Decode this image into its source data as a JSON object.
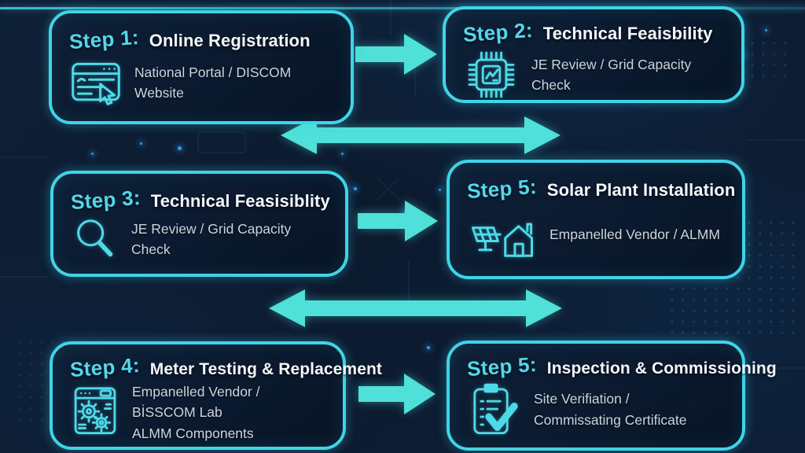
{
  "steps": [
    {
      "label": "Step 1:",
      "title": "Online Registration",
      "icon": "browser-cursor-icon",
      "lines": [
        "National Portal / DISCOM Website"
      ]
    },
    {
      "label": "Step 2:",
      "title": "Technical Feaisbility",
      "icon": "chip-icon",
      "lines": [
        "JE Review / Grid Capacity Check"
      ]
    },
    {
      "label": "Step 3:",
      "title": "Technical Feasisiblity",
      "icon": "magnifier-icon",
      "lines": [
        "JE Review / Grid Capacity Check"
      ]
    },
    {
      "label": "Step 5:",
      "title": "Solar Plant Installation",
      "icon": "solar-house-icon",
      "lines": [
        "Empanelled Vendor / ALMM"
      ]
    },
    {
      "label": "Step 4:",
      "title": "Meter Testing & Replacement",
      "icon": "meter-gears-icon",
      "lines": [
        "Empanelled Vendor / BİSSCOM Lab",
        "ALMM Components"
      ]
    },
    {
      "label": "Step 5:",
      "title": "Inspection & Commissioning",
      "icon": "clipboard-check-icon",
      "lines": [
        "Site Verifiation /",
        "Commissating Certificate"
      ]
    }
  ],
  "arrows": [
    {
      "name": "arrow-step1-to-step2",
      "direction": "right"
    },
    {
      "name": "arrow-row1-row2",
      "direction": "both"
    },
    {
      "name": "arrow-step3-to-step5",
      "direction": "right"
    },
    {
      "name": "arrow-row2-row3",
      "direction": "both"
    },
    {
      "name": "arrow-step4-to-step5",
      "direction": "right"
    }
  ],
  "colors": {
    "background": "#0c1a2e",
    "box_border": "#3fd4e8",
    "box_fill": "#0b1e36",
    "step_label": "#55d6e9",
    "title": "#f3f6fa",
    "subtitle": "#ccd5de",
    "arrow": "#4ee0d9",
    "glow_dot": "#2f9bf0"
  }
}
